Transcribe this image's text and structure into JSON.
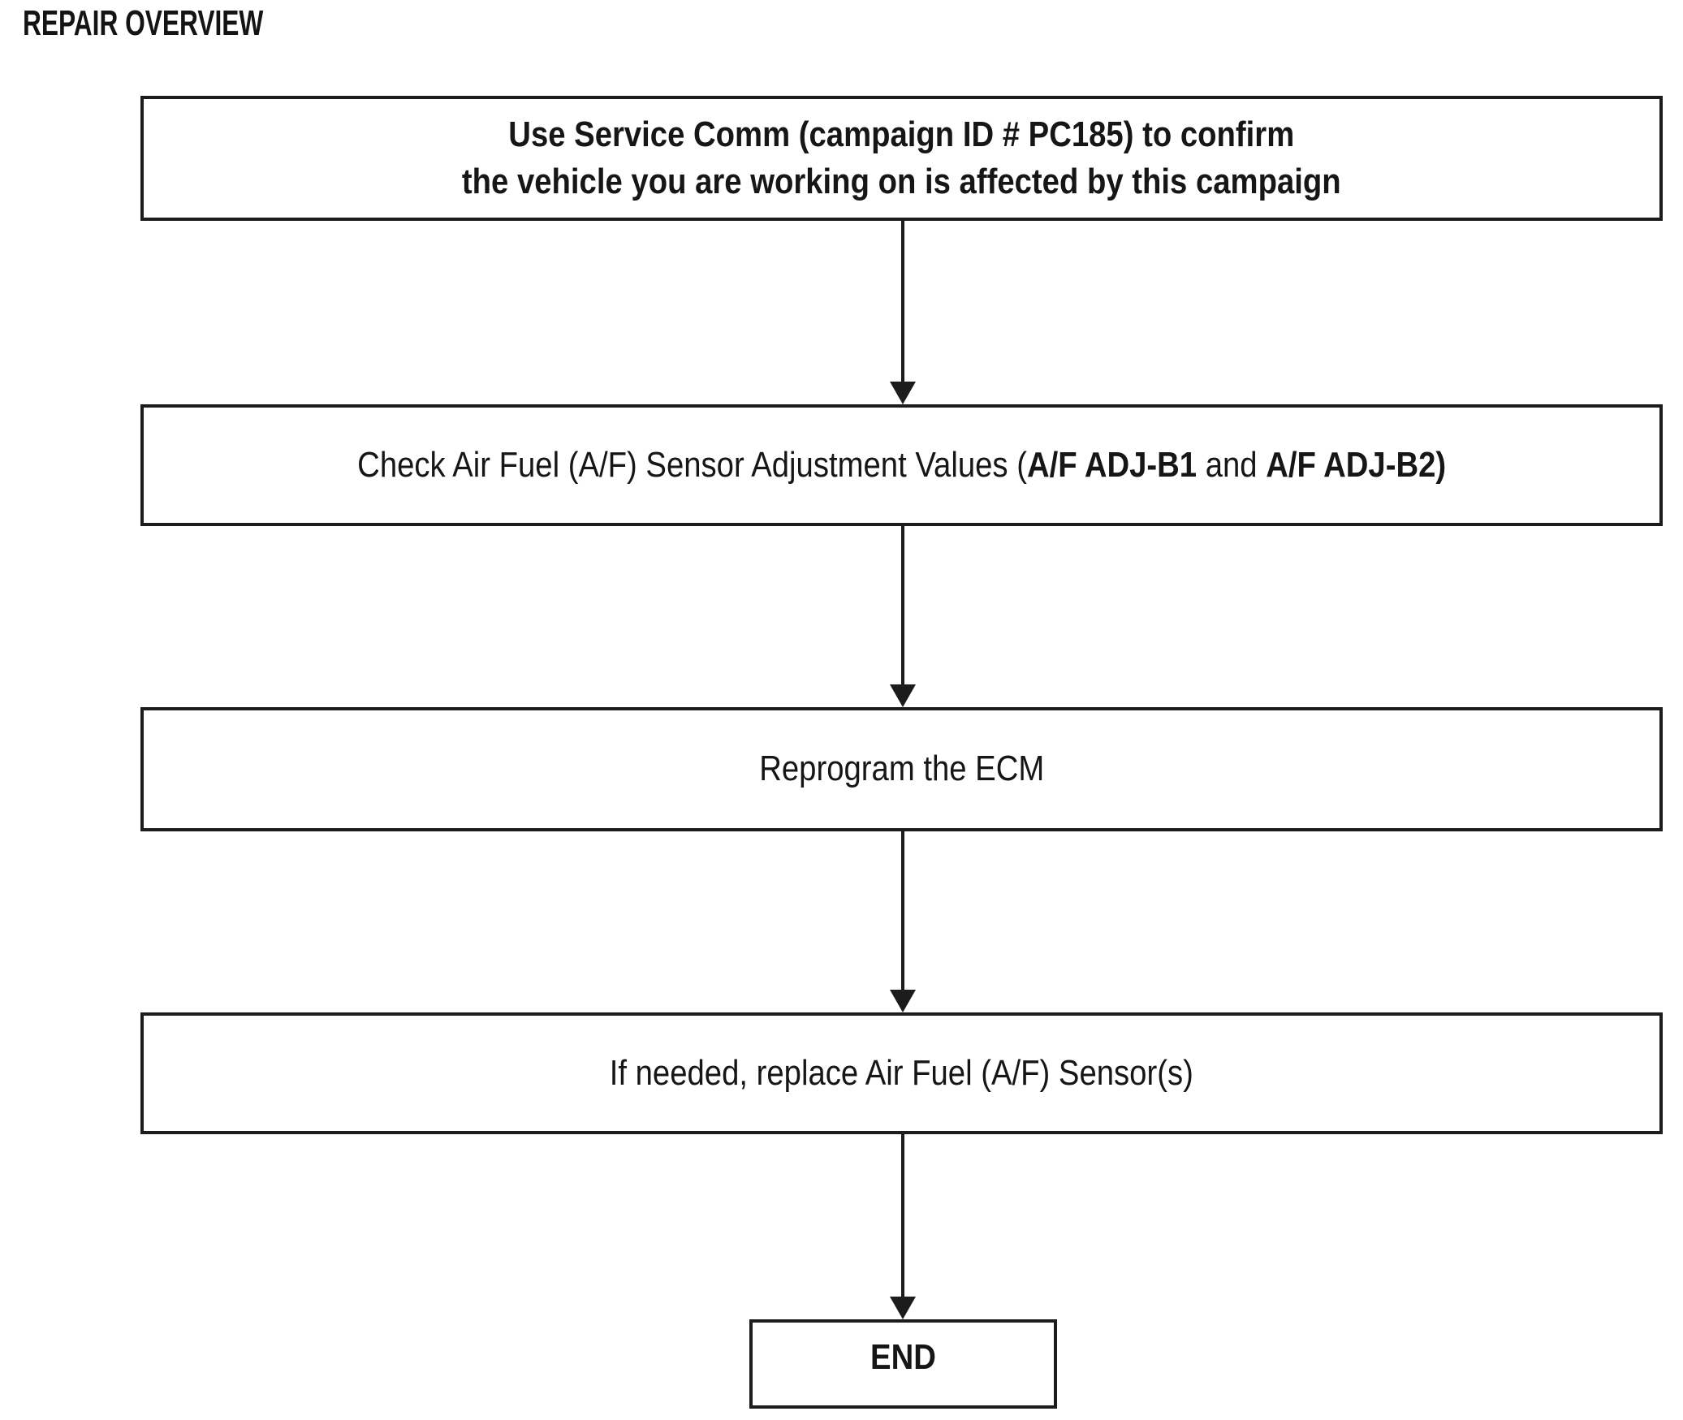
{
  "diagram": {
    "title": "REPAIR OVERVIEW",
    "ink_color": "#1c1c1c",
    "background_color": "#ffffff",
    "nodes": {
      "step1": {
        "emphasis": "bold",
        "lines": [
          "Use Service Comm (campaign ID # PC185) to confirm",
          "the vehicle you are working on is affected by this campaign"
        ]
      },
      "step2": {
        "segments": [
          {
            "text": "Check Air Fuel (A/F) Sensor Adjustment Values (",
            "bold": false
          },
          {
            "text": "A/F ADJ-B1",
            "bold": true
          },
          {
            "text": " and ",
            "bold": false
          },
          {
            "text": "A/F ADJ-B2)",
            "bold": true
          }
        ]
      },
      "step3": {
        "text": "Reprogram the ECM"
      },
      "step4": {
        "text": "If needed, replace Air Fuel (A/F) Sensor(s)"
      },
      "end": {
        "text": "END",
        "emphasis": "bold"
      }
    },
    "edges": [
      {
        "from": "step1",
        "to": "step2",
        "style": "arrow-down"
      },
      {
        "from": "step2",
        "to": "step3",
        "style": "arrow-down"
      },
      {
        "from": "step3",
        "to": "step4",
        "style": "arrow-down"
      },
      {
        "from": "step4",
        "to": "end",
        "style": "arrow-down"
      }
    ],
    "icons": {
      "arrowhead": "filled-triangle-down"
    }
  }
}
